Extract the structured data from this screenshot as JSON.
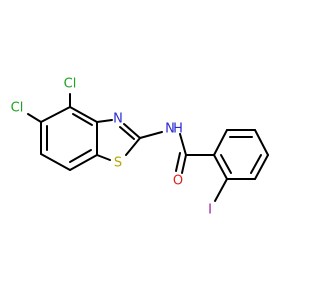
{
  "atoms": [
    {
      "id": "cl1",
      "symbol": "Cl",
      "color": "#1fa21f"
    },
    {
      "id": "cl2",
      "symbol": "Cl",
      "color": "#1fa21f"
    },
    {
      "id": "n_ring",
      "symbol": "N",
      "color": "#2a2ad2"
    },
    {
      "id": "n_amide",
      "symbol": "N",
      "color": "#2a2ad2"
    },
    {
      "id": "h_amide",
      "symbol": "H",
      "color": "#2a2ad2"
    },
    {
      "id": "s_ring",
      "symbol": "S",
      "color": "#b5a800"
    },
    {
      "id": "o_carbonyl",
      "symbol": "O",
      "color": "#e0201e"
    },
    {
      "id": "iodine",
      "symbol": "I",
      "color": "#9b209b"
    }
  ],
  "colors": {
    "bond": "#000000",
    "background": "#ffffff"
  }
}
